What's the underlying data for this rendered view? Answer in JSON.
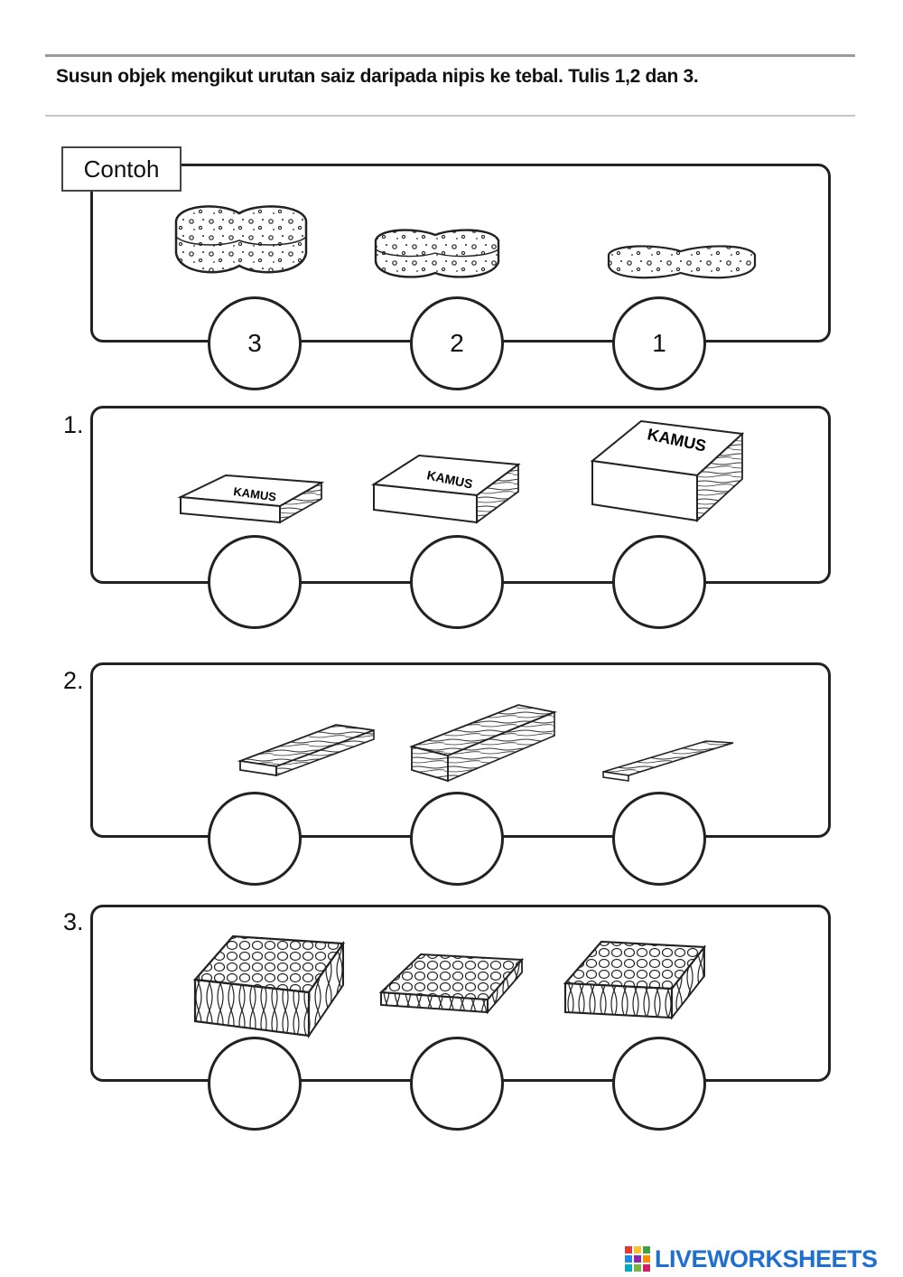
{
  "instruction": "Susun objek mengikut urutan saiz daripada nipis ke tebal. Tulis 1,2 dan 3.",
  "example": {
    "label": "Contoh",
    "answers": [
      "3",
      "2",
      "1"
    ]
  },
  "questions": [
    {
      "number": "1.",
      "items": [
        "book-thin",
        "book-medium",
        "book-thick"
      ],
      "answers": [
        "",
        "",
        ""
      ]
    },
    {
      "number": "2.",
      "items": [
        "plank-medium",
        "plank-thick",
        "plank-thin"
      ],
      "answers": [
        "",
        "",
        ""
      ]
    },
    {
      "number": "3.",
      "items": [
        "cracker-thick",
        "cracker-thin",
        "cracker-medium"
      ],
      "answers": [
        "",
        "",
        ""
      ]
    }
  ],
  "book_cover_text": "KAMUS",
  "branding": {
    "text": "LIVEWORKSHEETS",
    "color": "#1f6fd1",
    "logo_colors": [
      "#e53935",
      "#fbc02d",
      "#43a047",
      "#1e88e5",
      "#8e24aa",
      "#fb8c00",
      "#00acc1",
      "#7cb342",
      "#d81b60"
    ]
  }
}
